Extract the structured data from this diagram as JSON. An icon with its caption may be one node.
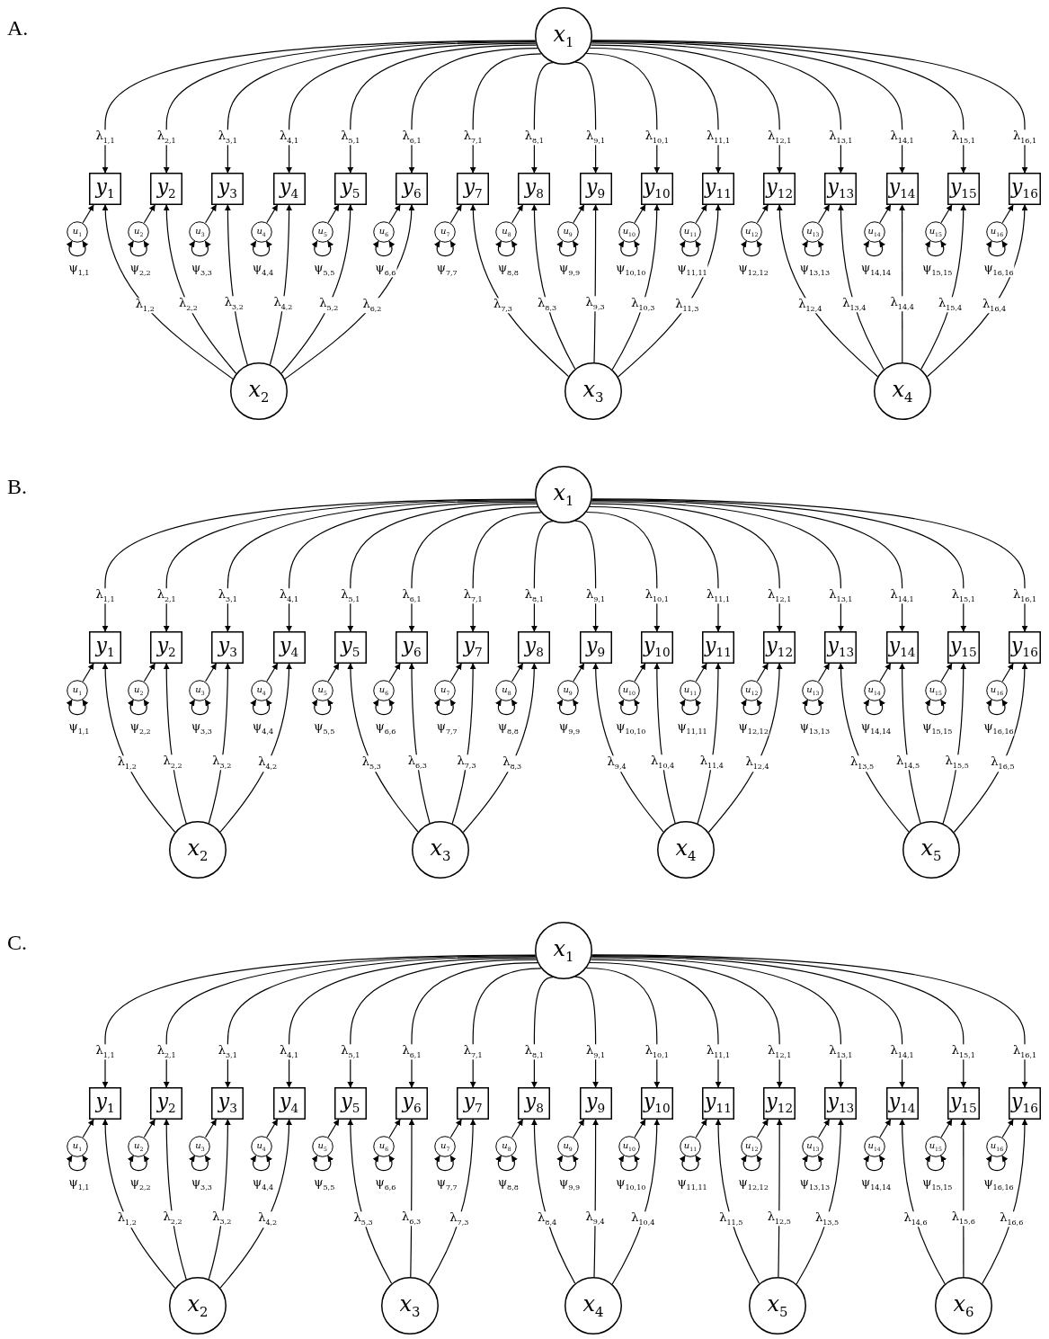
{
  "diagram": {
    "nodes": [
      {
        "text": [
          "x$_{1}$"
        ]
      },
      {
        "text": [
          "y$_{1}$"
        ]
      },
      {
        "text": [
          "y$_{2}$"
        ]
      },
      {
        "text": [
          "y$_{3}$"
        ]
      },
      {
        "text": [
          "y$_{4}$"
        ]
      },
      {
        "text": [
          "y$_{5}$"
        ]
      },
      {
        "text": [
          "y$_{6}$"
        ]
      },
      {
        "text": [
          "y$_{7}$"
        ]
      },
      {
        "text": [
          "y$_{8}$"
        ]
      },
      {
        "text": [
          "y$_{9}$"
        ]
      },
      {
        "text": [
          "y$_{10}$"
        ]
      },
      {
        "text": [
          "y$_{11}$"
        ]
      },
      {
        "text": [
          "y$_{12}$"
        ]
      },
      {
        "text": [
          "y$_{13}$"
        ]
      },
      {
        "text": [
          "y$_{14}$"
        ]
      },
      {
        "text": [
          "y$_{15}$"
        ]
      },
      {
        "text": [
          "y$_{16}$"
        ]
      },
      {
        "text": [
          "u$_{1}$"
        ]
      },
      {
        "text": [
          "u$_{2}$"
        ]
      },
      {
        "text": [
          "u$_{3}$"
        ]
      },
      {
        "text": [
          "u$_{4}$"
        ]
      },
      {
        "text": [
          "u$_{5}$"
        ]
      },
      {
        "text": [
          "u$_{6}$"
        ]
      },
      {
        "text": [
          "u$_{7}$"
        ]
      },
      {
        "text": [
          "u$_{8}$"
        ]
      },
      {
        "text": [
          "u$_{9}$"
        ]
      },
      {
        "text": [
          "u$_{10}$"
        ]
      },
      {
        "text": [
          "u$_{11}$"
        ]
      },
      {
        "text": [
          "u$_{12}$"
        ]
      },
      {
        "text": [
          "u$_{13}$"
        ]
      },
      {
        "text": [
          "u$_{14}$"
        ]
      },
      {
        "text": [
          "u$_{15}$"
        ]
      },
      {
        "text": [
          "u$_{16}$"
        ]
      },
      {
        "text": [
          "x$_{2}$"
        ]
      },
      {
        "text": [
          "x$_{3}$"
        ]
      },
      {
        "text": [
          "x$_{4}$"
        ]
      },
      {
        "text": [
          "x$_{1}$"
        ]
      },
      {
        "text": [
          "y$_{1}$"
        ]
      },
      {
        "text": [
          "y$_{2}$"
        ]
      },
      {
        "text": [
          "y$_{3}$"
        ]
      },
      {
        "text": [
          "y$_{4}$"
        ]
      },
      {
        "text": [
          "y$_{5}$"
        ]
      },
      {
        "text": [
          "y$_{6}$"
        ]
      },
      {
        "text": [
          "y$_{7}$"
        ]
      },
      {
        "text": [
          "y$_{8}$"
        ]
      },
      {
        "text": [
          "y$_{9}$"
        ]
      },
      {
        "text": [
          "y$_{10}$"
        ]
      },
      {
        "text": [
          "y$_{11}$"
        ]
      },
      {
        "text": [
          "y$_{12}$"
        ]
      },
      {
        "text": [
          "y$_{13}$"
        ]
      },
      {
        "text": [
          "y$_{14}$"
        ]
      },
      {
        "text": [
          "y$_{15}$"
        ]
      },
      {
        "text": [
          "y$_{16}$"
        ]
      },
      {
        "text": [
          "u$_{1}$"
        ]
      },
      {
        "text": [
          "u$_{2}$"
        ]
      },
      {
        "text": [
          "u$_{3}$"
        ]
      },
      {
        "text": [
          "u$_{4}$"
        ]
      },
      {
        "text": [
          "u$_{5}$"
        ]
      },
      {
        "text": [
          "u$_{6}$"
        ]
      },
      {
        "text": [
          "u$_{7}$"
        ]
      },
      {
        "text": [
          "u$_{8}$"
        ]
      },
      {
        "text": [
          "u$_{9}$"
        ]
      },
      {
        "text": [
          "u$_{10}$"
        ]
      },
      {
        "text": [
          "u$_{11}$"
        ]
      },
      {
        "text": [
          "u$_{12}$"
        ]
      },
      {
        "text": [
          "u$_{13}$"
        ]
      },
      {
        "text": [
          "u$_{14}$"
        ]
      },
      {
        "text": [
          "u$_{15}$"
        ]
      },
      {
        "text": [
          "u$_{16}$"
        ]
      },
      {
        "text": [
          "x$_{2}$"
        ]
      },
      {
        "text": [
          "x$_{3}$"
        ]
      },
      {
        "text": [
          "x$_{4}$"
        ]
      },
      {
        "text": [
          "x$_{5}$"
        ]
      },
      {
        "text": [
          "x$_{1}$"
        ]
      },
      {
        "text": [
          "y$_{1}$"
        ]
      },
      {
        "text": [
          "y$_{2}$"
        ]
      },
      {
        "text": [
          "y$_{3}$"
        ]
      },
      {
        "text": [
          "y$_{4}$"
        ]
      },
      {
        "text": [
          "y$_{5}$"
        ]
      },
      {
        "text": [
          "y$_{6}$"
        ]
      },
      {
        "text": [
          "y$_{7}$"
        ]
      },
      {
        "text": [
          "y$_{8}$"
        ]
      },
      {
        "text": [
          "y$_{9}$"
        ]
      },
      {
        "text": [
          "y$_{10}$"
        ]
      },
      {
        "text": [
          "y$_{11}$"
        ]
      },
      {
        "text": [
          "y$_{12}$"
        ]
      },
      {
        "text": [
          "y$_{13}$"
        ]
      },
      {
        "text": [
          "y$_{14}$"
        ]
      },
      {
        "text": [
          "y$_{15}$"
        ]
      },
      {
        "text": [
          "y$_{16}$"
        ]
      },
      {
        "text": [
          "u$_{1}$"
        ]
      },
      {
        "text": [
          "u$_{2}$"
        ]
      },
      {
        "text": [
          "u$_{3}$"
        ]
      },
      {
        "text": [
          "u$_{4}$"
        ]
      },
      {
        "text": [
          "u$_{5}$"
        ]
      },
      {
        "text": [
          "u$_{6}$"
        ]
      },
      {
        "text": [
          "u$_{7}$"
        ]
      },
      {
        "text": [
          "u$_{8}$"
        ]
      },
      {
        "text": [
          "u$_{9}$"
        ]
      },
      {
        "text": [
          "u$_{10}$"
        ]
      },
      {
        "text": [
          "u$_{11}$"
        ]
      },
      {
        "text": [
          "u$_{12}$"
        ]
      },
      {
        "text": [
          "u$_{13}$"
        ]
      },
      {
        "text": [
          "u$_{14}$"
        ]
      },
      {
        "text": [
          "u$_{15}$"
        ]
      },
      {
        "text": [
          "u$_{16}$"
        ]
      },
      {
        "text": [
          "x$_{2}$"
        ]
      },
      {
        "text": [
          "x$_{3}$"
        ]
      },
      {
        "text": [
          "x$_{4}$"
        ]
      },
      {
        "text": [
          "x$_{5}$"
        ]
      },
      {
        "text": [
          "x$_{6}$"
        ]
      }
    ],
    "edges": [
      {
        "from": 0,
        "to": 1,
        "arrow": "to",
        "label": "λ$_{1,1}$"
      },
      {
        "from": 0,
        "to": 2,
        "arrow": "to",
        "label": "λ$_{2,1}$"
      },
      {
        "from": 0,
        "to": 3,
        "arrow": "to",
        "label": "λ$_{3,1}$"
      },
      {
        "from": 0,
        "to": 4,
        "arrow": "to",
        "label": "λ$_{4,1}$"
      },
      {
        "from": 0,
        "to": 5,
        "arrow": "to",
        "label": "λ$_{5,1}$"
      },
      {
        "from": 0,
        "to": 6,
        "arrow": "to",
        "label": "λ$_{6,1}$"
      },
      {
        "from": 0,
        "to": 7,
        "arrow": "to",
        "label": "λ$_{7,1}$"
      },
      {
        "from": 0,
        "to": 8,
        "arrow": "to",
        "label": "λ$_{8,1}$"
      },
      {
        "from": 0,
        "to": 9,
        "arrow": "to",
        "label": "λ$_{9,1}$"
      },
      {
        "from": 0,
        "to": 10,
        "arrow": "to",
        "label": "λ$_{10,1}$"
      },
      {
        "from": 0,
        "to": 11,
        "arrow": "to",
        "label": "λ$_{11,1}$"
      },
      {
        "from": 0,
        "to": 12,
        "arrow": "to",
        "label": "λ$_{12,1}$"
      },
      {
        "from": 0,
        "to": 13,
        "arrow": "to",
        "label": "λ$_{13,1}$"
      },
      {
        "from": 0,
        "to": 14,
        "arrow": "to",
        "label": "λ$_{14,1}$"
      },
      {
        "from": 0,
        "to": 15,
        "arrow": "to",
        "label": "λ$_{15,1}$"
      },
      {
        "from": 0,
        "to": 16,
        "arrow": "to",
        "label": "λ$_{16,1}$"
      },
      {
        "from": 17,
        "to": 1,
        "arrow": "to"
      },
      {
        "from": 18,
        "to": 2,
        "arrow": "to"
      },
      {
        "from": 19,
        "to": 3,
        "arrow": "to"
      },
      {
        "from": 20,
        "to": 4,
        "arrow": "to"
      },
      {
        "from": 21,
        "to": 5,
        "arrow": "to"
      },
      {
        "from": 22,
        "to": 6,
        "arrow": "to"
      },
      {
        "from": 23,
        "to": 7,
        "arrow": "to"
      },
      {
        "from": 24,
        "to": 8,
        "arrow": "to"
      },
      {
        "from": 25,
        "to": 9,
        "arrow": "to"
      },
      {
        "from": 26,
        "to": 10,
        "arrow": "to"
      },
      {
        "from": 27,
        "to": 11,
        "arrow": "to"
      },
      {
        "from": 28,
        "to": 12,
        "arrow": "to"
      },
      {
        "from": 29,
        "to": 13,
        "arrow": "to"
      },
      {
        "from": 30,
        "to": 14,
        "arrow": "to"
      },
      {
        "from": 31,
        "to": 15,
        "arrow": "to"
      },
      {
        "from": 32,
        "to": 16,
        "arrow": "to"
      },
      {
        "from": 17,
        "to": 17,
        "arrow": "both",
        "label": "ψ$_{1,1}$"
      },
      {
        "from": 18,
        "to": 18,
        "arrow": "both",
        "label": "ψ$_{2,2}$"
      },
      {
        "from": 19,
        "to": 19,
        "arrow": "both",
        "label": "ψ$_{3,3}$"
      },
      {
        "from": 20,
        "to": 20,
        "arrow": "both",
        "label": "ψ$_{4,4}$"
      },
      {
        "from": 21,
        "to": 21,
        "arrow": "both",
        "label": "ψ$_{5,5}$"
      },
      {
        "from": 22,
        "to": 22,
        "arrow": "both",
        "label": "ψ$_{6,6}$"
      },
      {
        "from": 23,
        "to": 23,
        "arrow": "both",
        "label": "ψ$_{7,7}$"
      },
      {
        "from": 24,
        "to": 24,
        "arrow": "both",
        "label": "ψ$_{8,8}$"
      },
      {
        "from": 25,
        "to": 25,
        "arrow": "both",
        "label": "ψ$_{9,9}$"
      },
      {
        "from": 26,
        "to": 26,
        "arrow": "both",
        "label": "ψ$_{10,10}$"
      },
      {
        "from": 27,
        "to": 27,
        "arrow": "both",
        "label": "ψ$_{11,11}$"
      },
      {
        "from": 28,
        "to": 28,
        "arrow": "both",
        "label": "ψ$_{12,12}$"
      },
      {
        "from": 29,
        "to": 29,
        "arrow": "both",
        "label": "ψ$_{13,13}$"
      },
      {
        "from": 30,
        "to": 30,
        "arrow": "both",
        "label": "ψ$_{14,14}$"
      },
      {
        "from": 31,
        "to": 31,
        "arrow": "both",
        "label": "ψ$_{15,15}$"
      },
      {
        "from": 32,
        "to": 32,
        "arrow": "both",
        "label": "ψ$_{16,16}$"
      },
      {
        "from": 33,
        "to": 1,
        "arrow": "to",
        "label": "λ$_{1,2}$"
      },
      {
        "from": 33,
        "to": 2,
        "arrow": "to",
        "label": "λ$_{2,2}$"
      },
      {
        "from": 33,
        "to": 3,
        "arrow": "to",
        "label": "λ$_{3,2}$"
      },
      {
        "from": 33,
        "to": 4,
        "arrow": "to",
        "label": "λ$_{4,2}$"
      },
      {
        "from": 33,
        "to": 5,
        "arrow": "to",
        "label": "λ$_{5,2}$"
      },
      {
        "from": 33,
        "to": 6,
        "arrow": "to",
        "label": "λ$_{6,2}$"
      },
      {
        "from": 34,
        "to": 7,
        "arrow": "to",
        "label": "λ$_{7,3}$"
      },
      {
        "from": 34,
        "to": 8,
        "arrow": "to",
        "label": "λ$_{8,3}$"
      },
      {
        "from": 34,
        "to": 9,
        "arrow": "to",
        "label": "λ$_{9,3}$"
      },
      {
        "from": 34,
        "to": 10,
        "arrow": "to",
        "label": "λ$_{10,3}$"
      },
      {
        "from": 34,
        "to": 11,
        "arrow": "to",
        "label": "λ$_{11,3}$"
      },
      {
        "from": 35,
        "to": 12,
        "arrow": "to",
        "label": "λ$_{12,4}$"
      },
      {
        "from": 35,
        "to": 13,
        "arrow": "to",
        "label": "λ$_{13,4}$"
      },
      {
        "from": 35,
        "to": 14,
        "arrow": "to",
        "label": "λ$_{14,4}$"
      },
      {
        "from": 35,
        "to": 15,
        "arrow": "to",
        "label": "λ$_{15,4}$"
      },
      {
        "from": 35,
        "to": 16,
        "arrow": "to",
        "label": "λ$_{16,4}$"
      },
      {
        "from": 36,
        "to": 37,
        "arrow": "to",
        "label": "λ$_{1,1}$"
      },
      {
        "from": 36,
        "to": 38,
        "arrow": "to",
        "label": "λ$_{2,1}$"
      },
      {
        "from": 36,
        "to": 39,
        "arrow": "to",
        "label": "λ$_{3,1}$"
      },
      {
        "from": 36,
        "to": 40,
        "arrow": "to",
        "label": "λ$_{4,1}$"
      },
      {
        "from": 36,
        "to": 41,
        "arrow": "to",
        "label": "λ$_{5,1}$"
      },
      {
        "from": 36,
        "to": 42,
        "arrow": "to",
        "label": "λ$_{6,1}$"
      },
      {
        "from": 36,
        "to": 43,
        "arrow": "to",
        "label": "λ$_{7,1}$"
      },
      {
        "from": 36,
        "to": 44,
        "arrow": "to",
        "label": "λ$_{8,1}$"
      },
      {
        "from": 36,
        "to": 45,
        "arrow": "to",
        "label": "λ$_{9,1}$"
      },
      {
        "from": 36,
        "to": 46,
        "arrow": "to",
        "label": "λ$_{10,1}$"
      },
      {
        "from": 36,
        "to": 47,
        "arrow": "to",
        "label": "λ$_{11,1}$"
      },
      {
        "from": 36,
        "to": 48,
        "arrow": "to",
        "label": "λ$_{12,1}$"
      },
      {
        "from": 36,
        "to": 49,
        "arrow": "to",
        "label": "λ$_{13,1}$"
      },
      {
        "from": 36,
        "to": 50,
        "arrow": "to",
        "label": "λ$_{14,1}$"
      },
      {
        "from": 36,
        "to": 51,
        "arrow": "to",
        "label": "λ$_{15,1}$"
      },
      {
        "from": 36,
        "to": 52,
        "arrow": "to",
        "label": "λ$_{16,1}$"
      },
      {
        "from": 53,
        "to": 37,
        "arrow": "to"
      },
      {
        "from": 54,
        "to": 38,
        "arrow": "to"
      },
      {
        "from": 55,
        "to": 39,
        "arrow": "to"
      },
      {
        "from": 56,
        "to": 40,
        "arrow": "to"
      },
      {
        "from": 57,
        "to": 41,
        "arrow": "to"
      },
      {
        "from": 58,
        "to": 42,
        "arrow": "to"
      },
      {
        "from": 59,
        "to": 43,
        "arrow": "to"
      },
      {
        "from": 60,
        "to": 44,
        "arrow": "to"
      },
      {
        "from": 61,
        "to": 45,
        "arrow": "to"
      },
      {
        "from": 62,
        "to": 46,
        "arrow": "to"
      },
      {
        "from": 63,
        "to": 47,
        "arrow": "to"
      },
      {
        "from": 64,
        "to": 48,
        "arrow": "to"
      },
      {
        "from": 65,
        "to": 49,
        "arrow": "to"
      },
      {
        "from": 66,
        "to": 50,
        "arrow": "to"
      },
      {
        "from": 67,
        "to": 51,
        "arrow": "to"
      },
      {
        "from": 68,
        "to": 52,
        "arrow": "to"
      },
      {
        "from": 53,
        "to": 53,
        "arrow": "both",
        "label": "ψ$_{1,1}$"
      },
      {
        "from": 54,
        "to": 54,
        "arrow": "both",
        "label": "ψ$_{2,2}$"
      },
      {
        "from": 55,
        "to": 55,
        "arrow": "both",
        "label": "ψ$_{3,3}$"
      },
      {
        "from": 56,
        "to": 56,
        "arrow": "both",
        "label": "ψ$_{4,4}$"
      },
      {
        "from": 57,
        "to": 57,
        "arrow": "both",
        "label": "ψ$_{5,5}$"
      },
      {
        "from": 58,
        "to": 58,
        "arrow": "both",
        "label": "ψ$_{6,6}$"
      },
      {
        "from": 59,
        "to": 59,
        "arrow": "both",
        "label": "ψ$_{7,7}$"
      },
      {
        "from": 60,
        "to": 60,
        "arrow": "both",
        "label": "ψ$_{8,8}$"
      },
      {
        "from": 61,
        "to": 61,
        "arrow": "both",
        "label": "ψ$_{9,9}$"
      },
      {
        "from": 62,
        "to": 62,
        "arrow": "both",
        "label": "ψ$_{10,10}$"
      },
      {
        "from": 63,
        "to": 63,
        "arrow": "both",
        "label": "ψ$_{11,11}$"
      },
      {
        "from": 64,
        "to": 64,
        "arrow": "both",
        "label": "ψ$_{12,12}$"
      },
      {
        "from": 65,
        "to": 65,
        "arrow": "both",
        "label": "ψ$_{13,13}$"
      },
      {
        "from": 66,
        "to": 66,
        "arrow": "both",
        "label": "ψ$_{14,14}$"
      },
      {
        "from": 67,
        "to": 67,
        "arrow": "both",
        "label": "ψ$_{15,15}$"
      },
      {
        "from": 68,
        "to": 68,
        "arrow": "both",
        "label": "ψ$_{16,16}$"
      },
      {
        "from": 69,
        "to": 37,
        "arrow": "to",
        "label": "λ$_{1,2}$"
      },
      {
        "from": 69,
        "to": 38,
        "arrow": "to",
        "label": "λ$_{2,2}$"
      },
      {
        "from": 69,
        "to": 39,
        "arrow": "to",
        "label": "λ$_{3,2}$"
      },
      {
        "from": 69,
        "to": 40,
        "arrow": "to",
        "label": "λ$_{4,2}$"
      },
      {
        "from": 70,
        "to": 41,
        "arrow": "to",
        "label": "λ$_{5,3}$"
      },
      {
        "from": 70,
        "to": 42,
        "arrow": "to",
        "label": "λ$_{6,3}$"
      },
      {
        "from": 70,
        "to": 43,
        "arrow": "to",
        "label": "λ$_{7,3}$"
      },
      {
        "from": 70,
        "to": 44,
        "arrow": "to",
        "label": "λ$_{8,3}$"
      },
      {
        "from": 71,
        "to": 45,
        "arrow": "to",
        "label": "λ$_{9,4}$"
      },
      {
        "from": 71,
        "to": 46,
        "arrow": "to",
        "label": "λ$_{10,4}$"
      },
      {
        "from": 71,
        "to": 47,
        "arrow": "to",
        "label": "λ$_{11,4}$"
      },
      {
        "from": 71,
        "to": 48,
        "arrow": "to",
        "label": "λ$_{12,4}$"
      },
      {
        "from": 72,
        "to": 49,
        "arrow": "to",
        "label": "λ$_{13,5}$"
      },
      {
        "from": 72,
        "to": 50,
        "arrow": "to",
        "label": "λ$_{14,5}$"
      },
      {
        "from": 72,
        "to": 51,
        "arrow": "to",
        "label": "λ$_{15,5}$"
      },
      {
        "from": 72,
        "to": 52,
        "arrow": "to",
        "label": "λ$_{16,5}$"
      },
      {
        "from": 73,
        "to": 74,
        "arrow": "to",
        "label": "λ$_{1,1}$"
      },
      {
        "from": 73,
        "to": 75,
        "arrow": "to",
        "label": "λ$_{2,1}$"
      },
      {
        "from": 73,
        "to": 76,
        "arrow": "to",
        "label": "λ$_{3,1}$"
      },
      {
        "from": 73,
        "to": 77,
        "arrow": "to",
        "label": "λ$_{4,1}$"
      },
      {
        "from": 73,
        "to": 78,
        "arrow": "to",
        "label": "λ$_{5,1}$"
      },
      {
        "from": 73,
        "to": 79,
        "arrow": "to",
        "label": "λ$_{6,1}$"
      },
      {
        "from": 73,
        "to": 80,
        "arrow": "to",
        "label": "λ$_{7,1}$"
      },
      {
        "from": 73,
        "to": 81,
        "arrow": "to",
        "label": "λ$_{8,1}$"
      },
      {
        "from": 73,
        "to": 82,
        "arrow": "to",
        "label": "λ$_{9,1}$"
      },
      {
        "from": 73,
        "to": 83,
        "arrow": "to",
        "label": "λ$_{10,1}$"
      },
      {
        "from": 73,
        "to": 84,
        "arrow": "to",
        "label": "λ$_{11,1}$"
      },
      {
        "from": 73,
        "to": 85,
        "arrow": "to",
        "label": "λ$_{12,1}$"
      },
      {
        "from": 73,
        "to": 86,
        "arrow": "to",
        "label": "λ$_{13,1}$"
      },
      {
        "from": 73,
        "to": 87,
        "arrow": "to",
        "label": "λ$_{14,1}$"
      },
      {
        "from": 73,
        "to": 88,
        "arrow": "to",
        "label": "λ$_{15,1}$"
      },
      {
        "from": 73,
        "to": 89,
        "arrow": "to",
        "label": "λ$_{16,1}$"
      },
      {
        "from": 90,
        "to": 74,
        "arrow": "to"
      },
      {
        "from": 91,
        "to": 75,
        "arrow": "to"
      },
      {
        "from": 92,
        "to": 76,
        "arrow": "to"
      },
      {
        "from": 93,
        "to": 77,
        "arrow": "to"
      },
      {
        "from": 94,
        "to": 78,
        "arrow": "to"
      },
      {
        "from": 95,
        "to": 79,
        "arrow": "to"
      },
      {
        "from": 96,
        "to": 80,
        "arrow": "to"
      },
      {
        "from": 97,
        "to": 81,
        "arrow": "to"
      },
      {
        "from": 98,
        "to": 82,
        "arrow": "to"
      },
      {
        "from": 99,
        "to": 83,
        "arrow": "to"
      },
      {
        "from": 100,
        "to": 84,
        "arrow": "to"
      },
      {
        "from": 101,
        "to": 85,
        "arrow": "to"
      },
      {
        "from": 102,
        "to": 86,
        "arrow": "to"
      },
      {
        "from": 103,
        "to": 87,
        "arrow": "to"
      },
      {
        "from": 104,
        "to": 88,
        "arrow": "to"
      },
      {
        "from": 105,
        "to": 89,
        "arrow": "to"
      },
      {
        "from": 90,
        "to": 90,
        "arrow": "both",
        "label": "ψ$_{1,1}$"
      },
      {
        "from": 91,
        "to": 91,
        "arrow": "both",
        "label": "ψ$_{2,2}$"
      },
      {
        "from": 92,
        "to": 92,
        "arrow": "both",
        "label": "ψ$_{3,3}$"
      },
      {
        "from": 93,
        "to": 93,
        "arrow": "both",
        "label": "ψ$_{4,4}$"
      },
      {
        "from": 94,
        "to": 94,
        "arrow": "both",
        "label": "ψ$_{5,5}$"
      },
      {
        "from": 95,
        "to": 95,
        "arrow": "both",
        "label": "ψ$_{6,6}$"
      },
      {
        "from": 96,
        "to": 96,
        "arrow": "both",
        "label": "ψ$_{7,7}$"
      },
      {
        "from": 97,
        "to": 97,
        "arrow": "both",
        "label": "ψ$_{8,8}$"
      },
      {
        "from": 98,
        "to": 98,
        "arrow": "both",
        "label": "ψ$_{9,9}$"
      },
      {
        "from": 99,
        "to": 99,
        "arrow": "both",
        "label": "ψ$_{10,10}$"
      },
      {
        "from": 100,
        "to": 100,
        "arrow": "both",
        "label": "ψ$_{11,11}$"
      },
      {
        "from": 101,
        "to": 101,
        "arrow": "both",
        "label": "ψ$_{12,12}$"
      },
      {
        "from": 102,
        "to": 102,
        "arrow": "both",
        "label": "ψ$_{13,13}$"
      },
      {
        "from": 103,
        "to": 103,
        "arrow": "both",
        "label": "ψ$_{14,14}$"
      },
      {
        "from": 104,
        "to": 104,
        "arrow": "both",
        "label": "ψ$_{15,15}$"
      },
      {
        "from": 105,
        "to": 105,
        "arrow": "both",
        "label": "ψ$_{16,16}$"
      },
      {
        "from": 106,
        "to": 74,
        "arrow": "to",
        "label": "λ$_{1,2}$"
      },
      {
        "from": 106,
        "to": 75,
        "arrow": "to",
        "label": "λ$_{2,2}$"
      },
      {
        "from": 106,
        "to": 76,
        "arrow": "to",
        "label": "λ$_{3,2}$"
      },
      {
        "from": 106,
        "to": 77,
        "arrow": "to",
        "label": "λ$_{4,2}$"
      },
      {
        "from": 107,
        "to": 78,
        "arrow": "to",
        "label": "λ$_{5,3}$"
      },
      {
        "from": 107,
        "to": 79,
        "arrow": "to",
        "label": "λ$_{6,3}$"
      },
      {
        "from": 107,
        "to": 80,
        "arrow": "to",
        "label": "λ$_{7,3}$"
      },
      {
        "from": 108,
        "to": 81,
        "arrow": "to",
        "label": "λ$_{8,4}$"
      },
      {
        "from": 108,
        "to": 82,
        "arrow": "to",
        "label": "λ$_{9,4}$"
      },
      {
        "from": 108,
        "to": 83,
        "arrow": "to",
        "label": "λ$_{10,4}$"
      },
      {
        "from": 109,
        "to": 84,
        "arrow": "to",
        "label": "λ$_{11,5}$"
      },
      {
        "from": 109,
        "to": 85,
        "arrow": "to",
        "label": "λ$_{12,5}$"
      },
      {
        "from": 109,
        "to": 86,
        "arrow": "to",
        "label": "λ$_{13,5}$"
      },
      {
        "from": 110,
        "to": 87,
        "arrow": "to",
        "label": "λ$_{14,6}$"
      },
      {
        "from": 110,
        "to": 88,
        "arrow": "to",
        "label": "λ$_{15,6}$"
      },
      {
        "from": 110,
        "to": 89,
        "arrow": "to",
        "label": "λ$_{16,6}$"
      }
    ],
    "labels": [
      "A.",
      "B.",
      "C."
    ]
  }
}
